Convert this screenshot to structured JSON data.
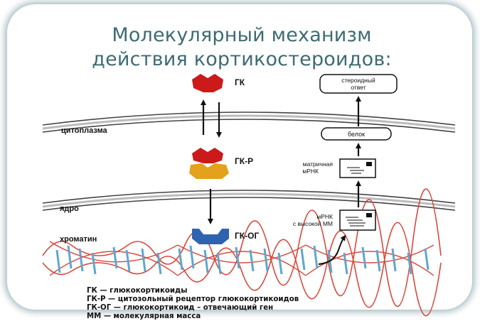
{
  "title": {
    "line1": "Молекулярный механизм",
    "line2": "действия кортикостероидов:"
  },
  "labels": {
    "gk": "ГК",
    "gkr": "ГК-Р",
    "gkog": "ГК-ОГ",
    "cytoplasm": "цитоплазма",
    "nucleus": "ядро",
    "chromatin": "хроматин",
    "steroid_response_line1": "стероидный",
    "steroid_response_line2": "ответ",
    "protein": "белок",
    "matrix_mrna_line1": "матричная",
    "matrix_mrna_line2": "мРНК",
    "mrna_high_line1": "мРНК",
    "mrna_high_line2": "с высокой ММ"
  },
  "legend": [
    "ГК — глюкокортикоиды",
    "ГК-Р — цитозольный рецептор глюкокортикоидов",
    "ГК-ОГ — глюкокортикоид – отвечающий ген",
    "ММ — молекулярная масса"
  ],
  "colors": {
    "title": "#3d6b73",
    "gk_red": "#cc1a1a",
    "receptor_yellow": "#e3a11c",
    "gene_blue": "#2f63b0",
    "dna_red": "#d9483c",
    "dna_blue": "#5fa7cf"
  }
}
